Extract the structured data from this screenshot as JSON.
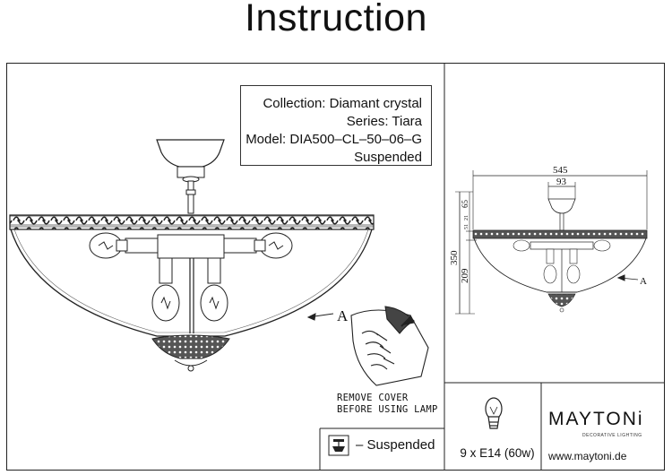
{
  "page": {
    "title": "Instruction"
  },
  "info": {
    "collection": "Collection: Diamant crystal",
    "series": "Series: Tiara",
    "model": "Model: DIA500–CL–50–06–G",
    "type": "Suspended"
  },
  "callout_label": "A",
  "note": {
    "line1": "REMOVE COVER",
    "line2": "BEFORE USING LAMP"
  },
  "legend": {
    "suspended": "– Suspended"
  },
  "spec": {
    "bulbs": "9 x E14 (60w)"
  },
  "dimensions": {
    "width": "545",
    "top_width": "93",
    "total_height": "350",
    "lower_height": "209",
    "mid_a": "65",
    "mid_b": "21",
    "mid_c": "51"
  },
  "brand": {
    "name": "MAYTONi",
    "tagline": "DECORATIVE LIGHTING",
    "website": "www.maytoni.de"
  },
  "icons": [
    "bulb-icon",
    "suspended-lamp-icon",
    "remove-cover-hand-icon"
  ]
}
